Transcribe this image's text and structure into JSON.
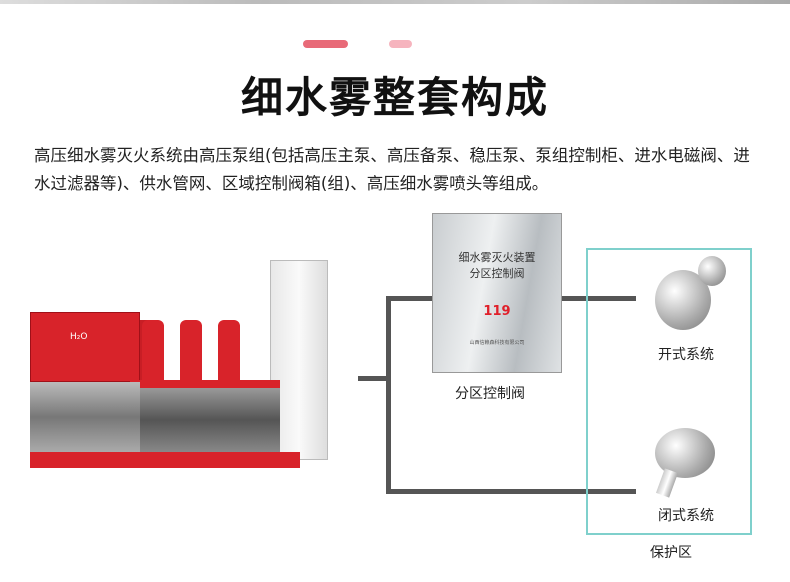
{
  "header": {
    "title": "细水雾整套构成"
  },
  "description": "高压细水雾灭火系统由高压泵组(包括高压主泵、高压备泵、稳压泵、泵组控制柜、进水电磁阀、进水过滤器等)、供水管网、区域控制阀箱(组)、高压细水雾喷头等组成。",
  "pump_unit": {
    "tank_label": "H₂O"
  },
  "cabinet": {
    "title_line1": "细水雾灭火装置",
    "title_line2": "分区控制阀",
    "number": "119",
    "company": "山西信赖森科技有限公司",
    "caption": "分区控制阀"
  },
  "protection_zone": {
    "label": "保护区",
    "open_system": "开式系统",
    "closed_system": "闭式系统"
  },
  "colors": {
    "accent": "#e86a78",
    "accent_light": "#f6b4be",
    "pipe": "#555555",
    "zone_border": "#7fd0cc",
    "pump_red": "#d8232a"
  }
}
